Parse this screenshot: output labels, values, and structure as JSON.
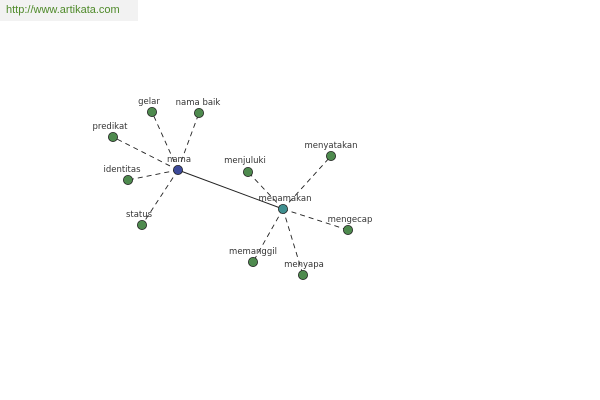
{
  "watermark": "http://www.artikata.com",
  "colors": {
    "node_leaf": "#4e8a4e",
    "node_primary": "#3d4a9a",
    "node_secondary": "#3f8f8f",
    "node_stroke": "#222222",
    "edge": "#222222",
    "watermark_text": "#4f8a2a"
  },
  "graph": {
    "nodes": [
      {
        "id": "nama",
        "label": "nama",
        "kind": "primary"
      },
      {
        "id": "menamakan",
        "label": "menamakan",
        "kind": "secondary"
      },
      {
        "id": "gelar",
        "label": "gelar",
        "kind": "leaf"
      },
      {
        "id": "nama-baik",
        "label": "nama baik",
        "kind": "leaf"
      },
      {
        "id": "predikat",
        "label": "predikat",
        "kind": "leaf"
      },
      {
        "id": "identitas",
        "label": "identitas",
        "kind": "leaf"
      },
      {
        "id": "status",
        "label": "status",
        "kind": "leaf"
      },
      {
        "id": "menjuluki",
        "label": "menjuluki",
        "kind": "leaf"
      },
      {
        "id": "menyatakan",
        "label": "menyatakan",
        "kind": "leaf"
      },
      {
        "id": "mengecap",
        "label": "mengecap",
        "kind": "leaf"
      },
      {
        "id": "memanggil",
        "label": "memanggil",
        "kind": "leaf"
      },
      {
        "id": "menyapa",
        "label": "menyapa",
        "kind": "leaf"
      }
    ],
    "edges": [
      {
        "from": "nama",
        "to": "menamakan",
        "style": "solid"
      },
      {
        "from": "nama",
        "to": "gelar",
        "style": "dashed"
      },
      {
        "from": "nama",
        "to": "nama-baik",
        "style": "dashed"
      },
      {
        "from": "nama",
        "to": "predikat",
        "style": "dashed"
      },
      {
        "from": "nama",
        "to": "identitas",
        "style": "dashed"
      },
      {
        "from": "nama",
        "to": "status",
        "style": "dashed"
      },
      {
        "from": "menamakan",
        "to": "menjuluki",
        "style": "dashed"
      },
      {
        "from": "menamakan",
        "to": "menyatakan",
        "style": "dashed"
      },
      {
        "from": "menamakan",
        "to": "mengecap",
        "style": "dashed"
      },
      {
        "from": "menamakan",
        "to": "memanggil",
        "style": "dashed"
      },
      {
        "from": "menamakan",
        "to": "menyapa",
        "style": "dashed"
      }
    ]
  }
}
